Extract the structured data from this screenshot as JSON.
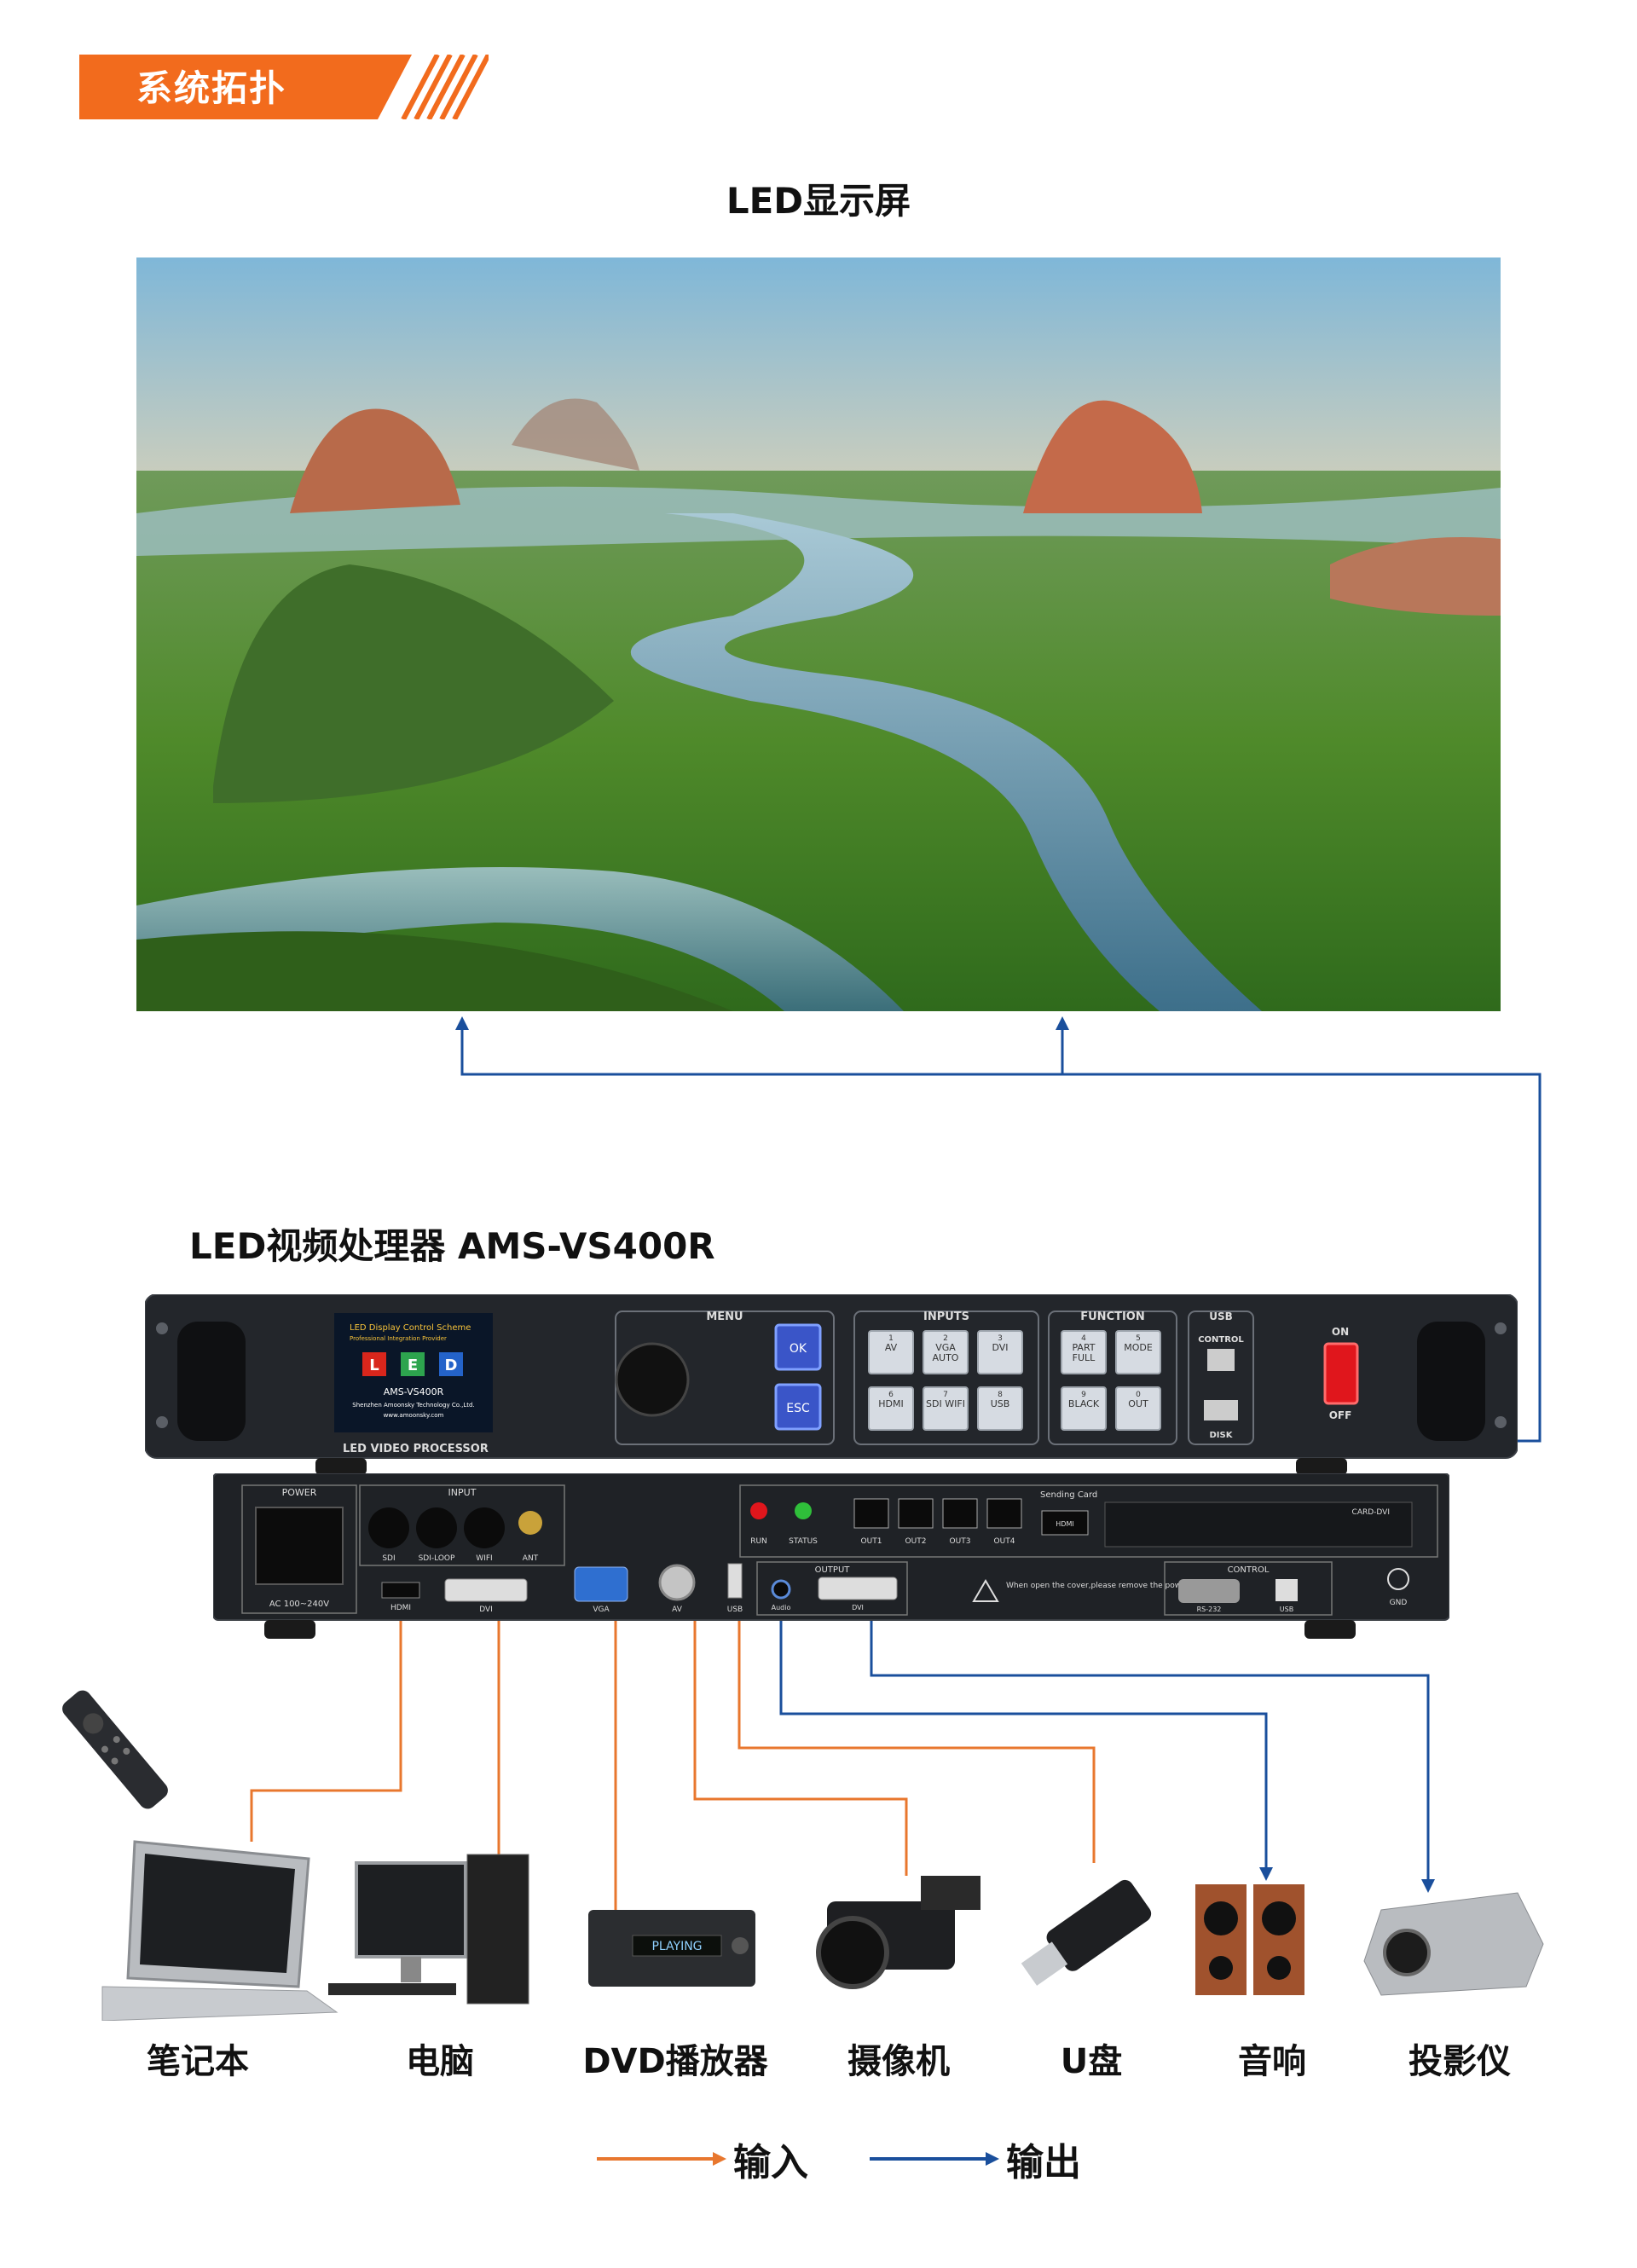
{
  "header": {
    "title": "系统拓扑"
  },
  "screen": {
    "title": "LED显示屏"
  },
  "processor": {
    "title": "LED视频处理器 AMS-VS400R",
    "front": {
      "brand_line1": "LED Display Control Scheme",
      "brand_line2": "Professional Integration Provider",
      "logo_letters": [
        "L",
        "E",
        "D"
      ],
      "model": "AMS-VS400R",
      "company": "Shenzhen Amoonsky Technology Co.,Ltd.",
      "website": "www.amoonsky.com",
      "panel_label": "LED VIDEO PROCESSOR",
      "menu_label": "MENU",
      "ok": "OK",
      "esc": "ESC",
      "inputs_label": "INPUTS",
      "function_label": "FUNCTION",
      "usb_label": "USB",
      "control_label": "CONTROL",
      "disk_label": "DISK",
      "power_on": "ON",
      "power_off": "OFF",
      "input_keys": [
        {
          "num": "1",
          "label": "AV"
        },
        {
          "num": "2",
          "label": "VGA AUTO"
        },
        {
          "num": "3",
          "label": "DVI"
        },
        {
          "num": "6",
          "label": "HDMI"
        },
        {
          "num": "7",
          "label": "SDI WIFI"
        },
        {
          "num": "8",
          "label": "USB"
        }
      ],
      "function_keys": [
        {
          "num": "4",
          "label": "PART FULL"
        },
        {
          "num": "5",
          "label": "MODE"
        },
        {
          "num": "9",
          "label": "BLACK"
        },
        {
          "num": "0",
          "label": "OUT"
        }
      ]
    },
    "rear": {
      "power_label": "POWER",
      "ac_label": "AC 100~240V",
      "input_label": "INPUT",
      "sdi": "SDI",
      "sdi_loop": "SDI-LOOP",
      "wifi": "WIFI",
      "ant": "ANT",
      "hdmi": "HDMI",
      "dvi": "DVI",
      "vga": "VGA",
      "av": "AV",
      "usb": "USB",
      "run": "RUN",
      "status": "STATUS",
      "outs": [
        "OUT1",
        "OUT2",
        "OUT3",
        "OUT4"
      ],
      "sending_card": "Sending Card",
      "hdmi_out": "HDMI",
      "card_dvi": "CARD-DVI",
      "output_label": "OUTPUT",
      "audio": "Audio",
      "dvi_out": "DVI",
      "warning": "When open the cover,please remove the power supply !",
      "control_label": "CONTROL",
      "rs232": "RS-232",
      "usb_ctrl": "USB",
      "gnd": "GND"
    }
  },
  "devices": [
    {
      "name": "笔记本",
      "icon": "laptop-icon"
    },
    {
      "name": "电脑",
      "icon": "desktop-computer-icon"
    },
    {
      "name": "DVD播放器",
      "icon": "dvd-player-icon"
    },
    {
      "name": "摄像机",
      "icon": "video-camera-icon"
    },
    {
      "name": "U盘",
      "icon": "usb-drive-icon"
    },
    {
      "name": "音响",
      "icon": "speakers-icon"
    },
    {
      "name": "投影仪",
      "icon": "projector-icon"
    }
  ],
  "dvd_display_text": "PLAYING",
  "legend": {
    "input": "输入",
    "output": "输出"
  },
  "colors": {
    "accent": "#f26b1d",
    "input_line": "#e8772e",
    "output_line": "#1a4f9c",
    "panel": "#1c1f24"
  }
}
